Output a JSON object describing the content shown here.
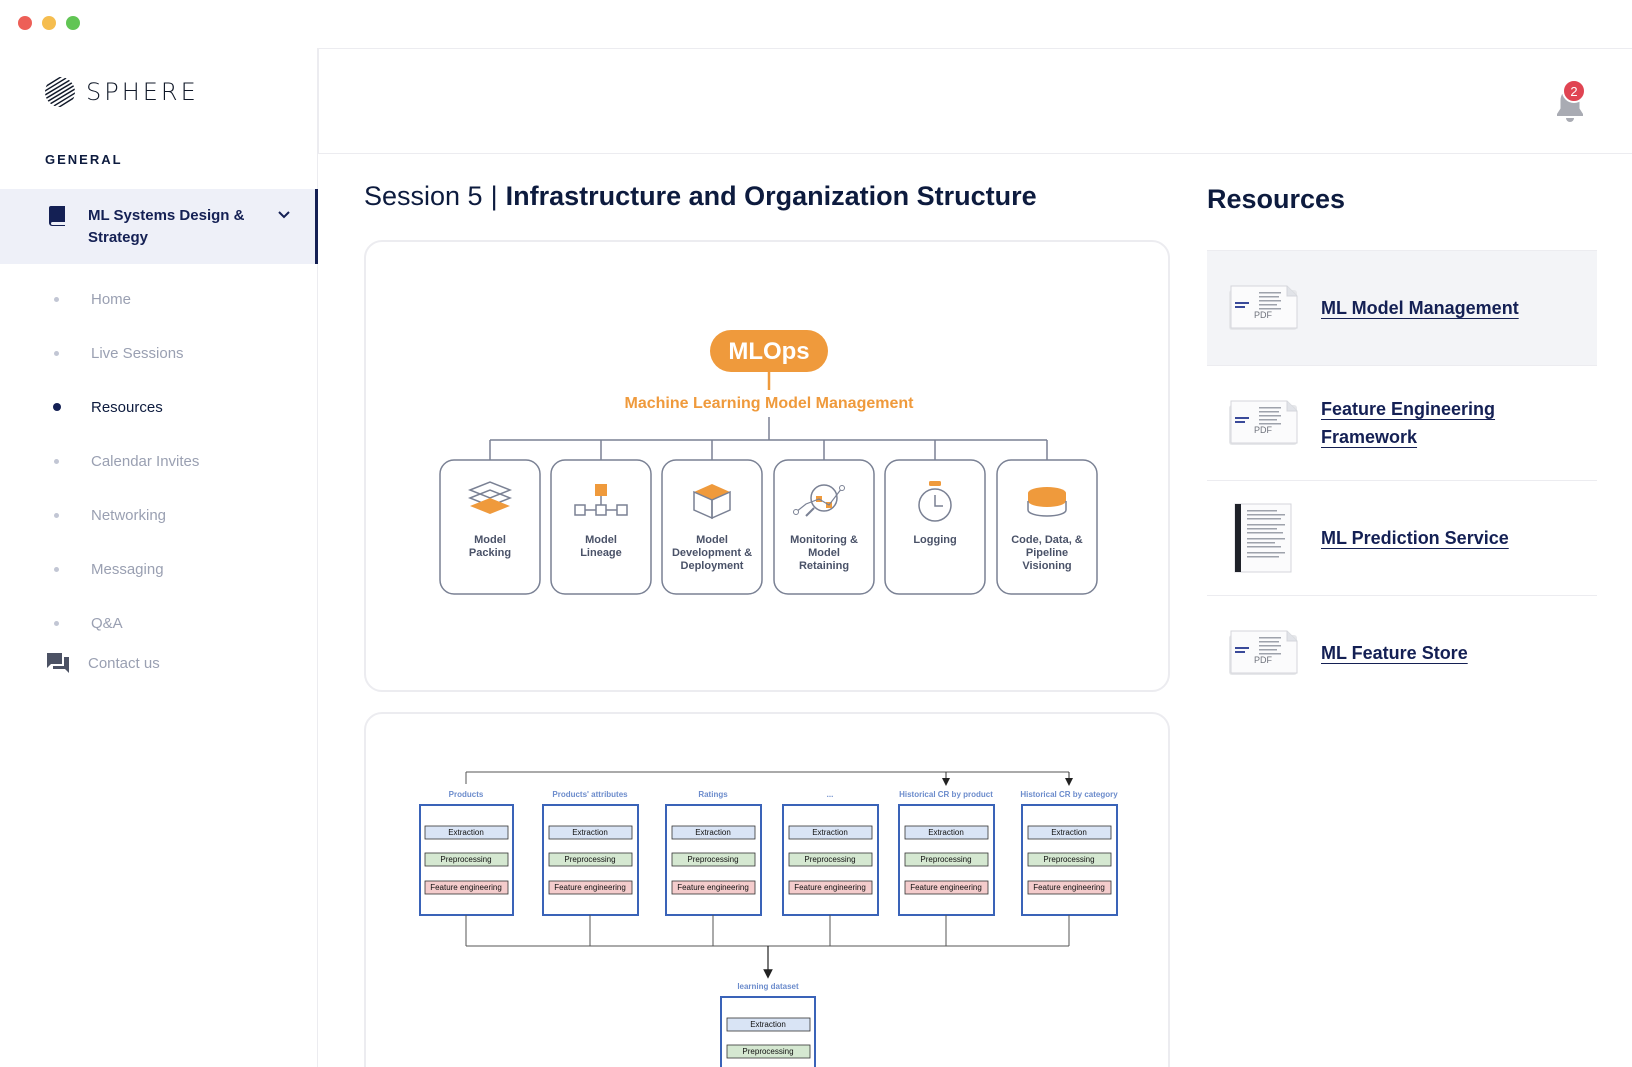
{
  "window": {
    "lights": [
      "#ed5f57",
      "#f5bd4f",
      "#61c554"
    ]
  },
  "brand": {
    "name": "SPHERE"
  },
  "sidebar": {
    "section_label": "GENERAL",
    "course_title": "ML Systems Design & Strategy",
    "items": [
      {
        "label": "Home",
        "active": false
      },
      {
        "label": "Live Sessions",
        "active": false
      },
      {
        "label": "Resources",
        "active": true
      },
      {
        "label": "Calendar Invites",
        "active": false
      },
      {
        "label": "Networking",
        "active": false
      },
      {
        "label": "Messaging",
        "active": false
      },
      {
        "label": "Q&A",
        "active": false
      }
    ],
    "contact_label": "Contact us"
  },
  "header": {
    "notifications": "2"
  },
  "main": {
    "session": "Session 5",
    "separator": "|",
    "title": "Infrastructure and Organization Structure"
  },
  "diagram1": {
    "badge": "MLOps",
    "subtitle": "Machine Learning Model Management",
    "boxes": [
      [
        "Model",
        "Packing"
      ],
      [
        "Model",
        "Lineage"
      ],
      [
        "Model",
        "Development &",
        "Deployment"
      ],
      [
        "Monitoring &",
        "Model",
        "Retaining"
      ],
      [
        "Logging"
      ],
      [
        "Code, Data, &",
        "Pipeline",
        "Visioning"
      ]
    ]
  },
  "diagram2": {
    "sources": [
      "Products",
      "Products' attributes",
      "Ratings",
      "...",
      "Historical CR by product",
      "Historical CR by category"
    ],
    "steps": [
      "Extraction",
      "Preprocessing",
      "Feature engineering"
    ],
    "output": "learning dataset"
  },
  "resources": {
    "title": "Resources",
    "items": [
      {
        "name": "ML Model Management",
        "thumb": "pdf"
      },
      {
        "name": "Feature Engineering Framework",
        "thumb": "pdf"
      },
      {
        "name": "ML Prediction Service",
        "thumb": "doc"
      },
      {
        "name": "ML Feature Store",
        "thumb": "pdf"
      }
    ],
    "pdf_label": "PDF"
  },
  "colors": {
    "navy": "#142054",
    "orange": "#ef9a3c",
    "accent_blue": "#3a63b8"
  }
}
